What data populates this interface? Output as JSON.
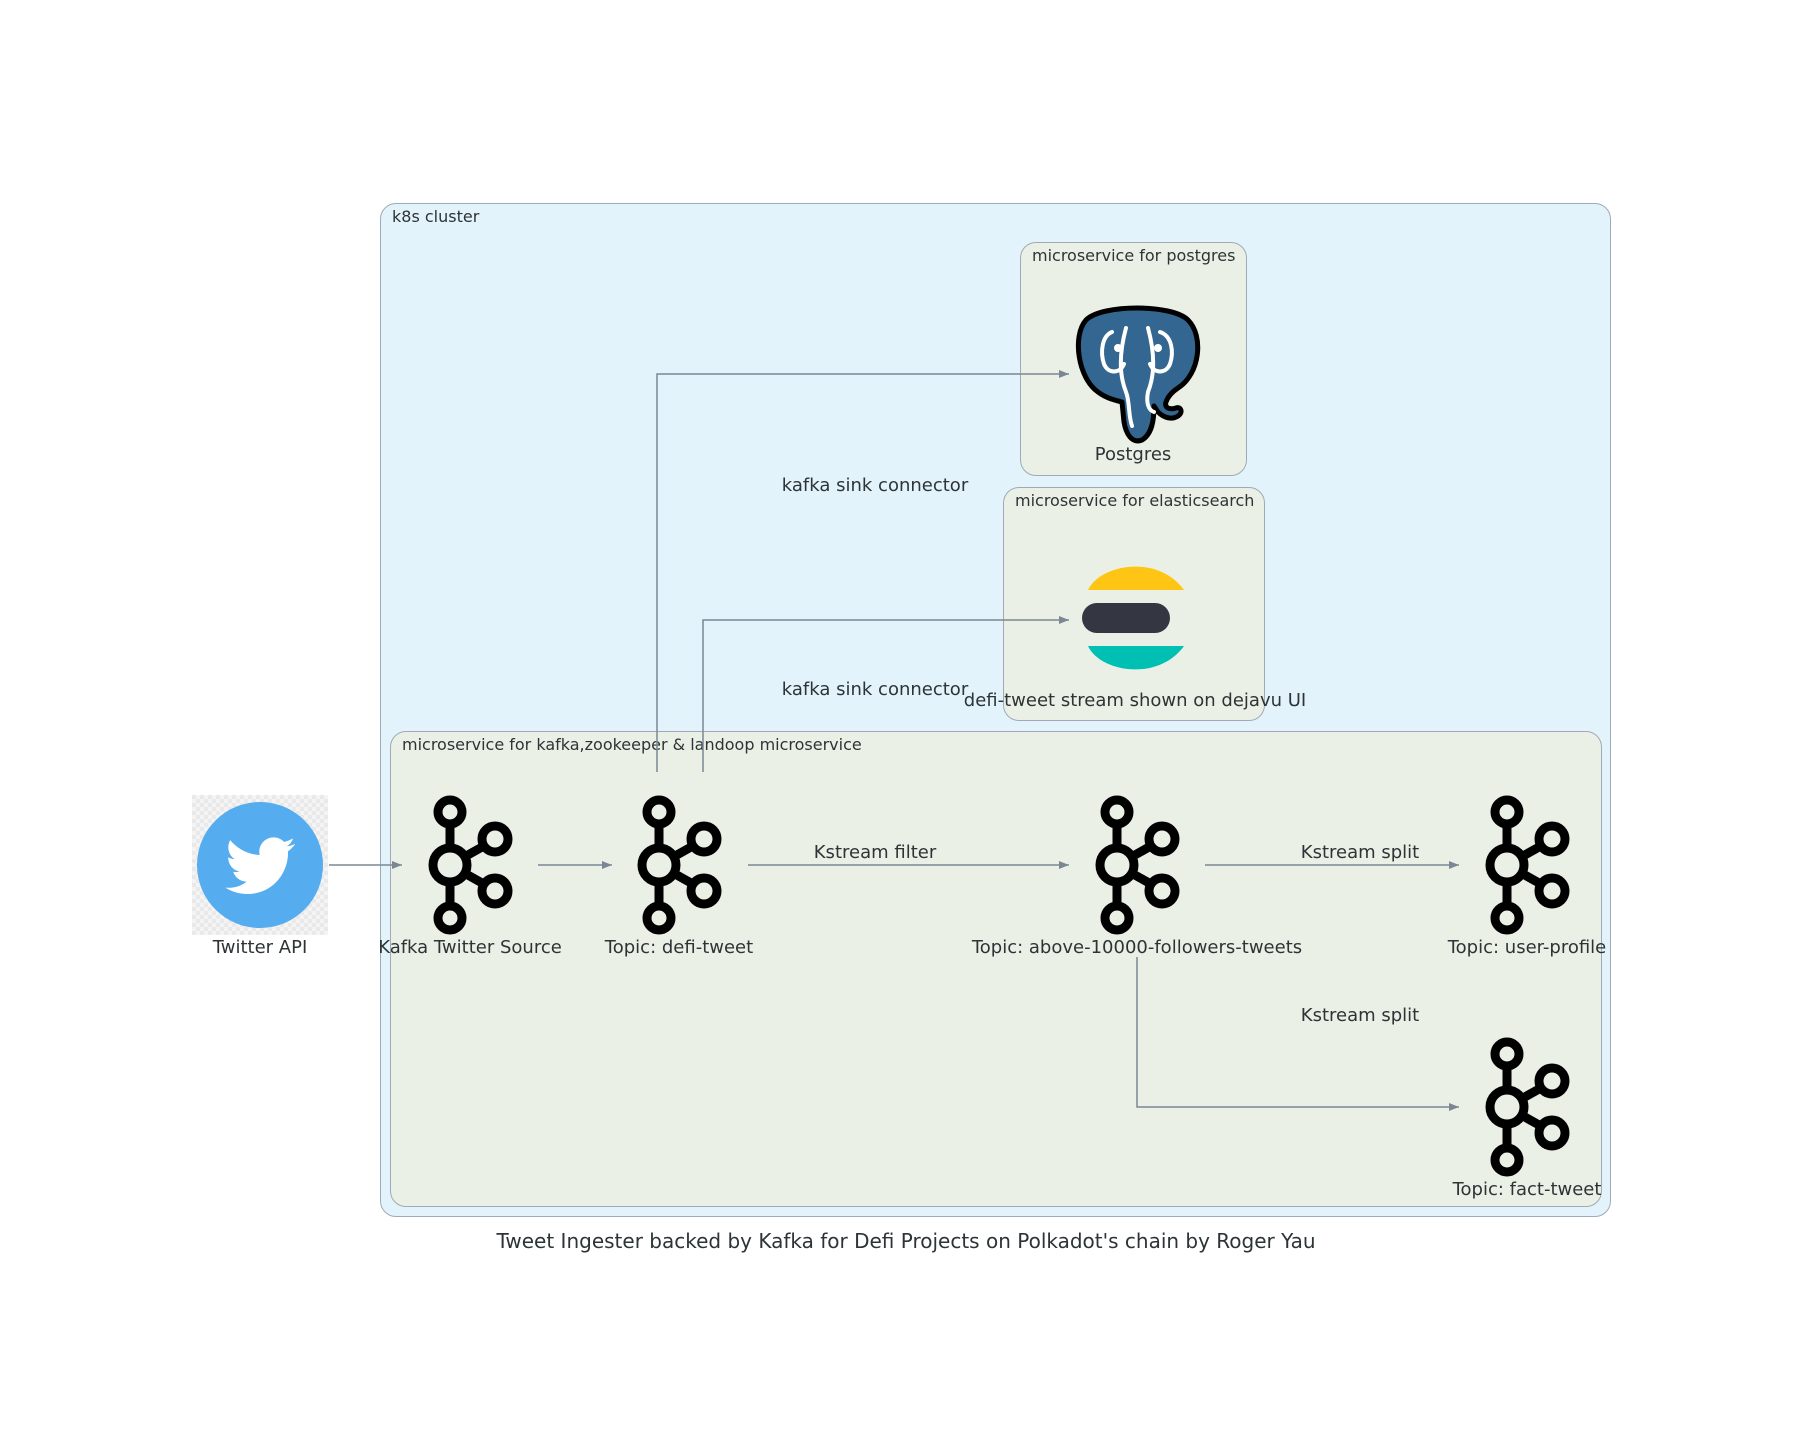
{
  "title": "Tweet Ingester backed by Kafka for Defi Projects on Polkadot's chain by Roger Yau",
  "clusters": {
    "k8s": "k8s cluster",
    "postgres": "microservice for postgres",
    "elasticsearch": "microservice for elasticsearch",
    "kafka": "microservice for kafka,zookeeper & landoop microservice"
  },
  "nodes": {
    "twitter_api": {
      "label": "Twitter API",
      "icon": "twitter-icon"
    },
    "kafka_source": {
      "label": "Kafka Twitter Source",
      "icon": "kafka-icon"
    },
    "topic_defi": {
      "label": "Topic: defi-tweet",
      "icon": "kafka-icon"
    },
    "topic_above": {
      "label": "Topic: above-10000-followers-tweets",
      "icon": "kafka-icon"
    },
    "topic_user": {
      "label": "Topic: user-profile",
      "icon": "kafka-icon"
    },
    "topic_fact": {
      "label": "Topic: fact-tweet",
      "icon": "kafka-icon"
    },
    "postgres": {
      "label": "Postgres",
      "icon": "postgres-icon"
    },
    "elasticsearch": {
      "label": "defi-tweet stream shown on dejavu UI",
      "icon": "elasticsearch-icon"
    }
  },
  "edges": {
    "sink_pg": "kafka sink connector",
    "sink_es": "kafka sink connector",
    "filter": "Kstream filter",
    "split_user": "Kstream split",
    "split_fact": "Kstream split"
  },
  "colors": {
    "edge": "#7b8894",
    "twitter": "#55acee",
    "postgres": "#336791",
    "es_yellow": "#fec514",
    "es_dark": "#343741",
    "es_teal": "#00bfb3"
  }
}
